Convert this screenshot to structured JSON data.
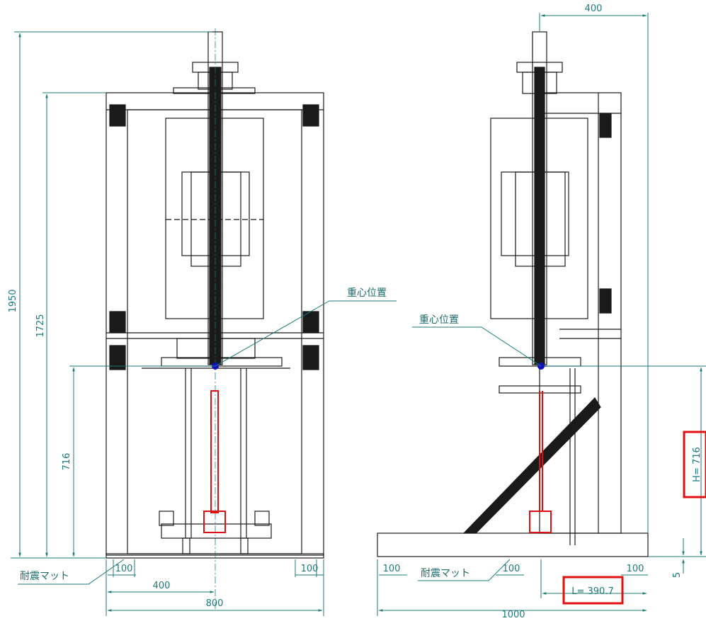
{
  "colors": {
    "line": "#1a1a1a",
    "dim": "#1e7a7a",
    "highlight": "#e01010",
    "cog": "#1010c0"
  },
  "front_view": {
    "dims": {
      "total_height": "1950",
      "frame_height": "1725",
      "cog_height": "716",
      "base_width": "800",
      "half_width": "400",
      "mat_left": "100",
      "mat_right": "100"
    },
    "labels": {
      "cog": "重心位置",
      "mat": "耐震マット"
    }
  },
  "side_view": {
    "dims": {
      "top_offset": "400",
      "base_width": "1000",
      "mat_left": "100",
      "mat_mid": "100",
      "mat_right": "100",
      "mat_thickness": "5"
    },
    "labels": {
      "cog": "重心位置",
      "mat": "耐震マット"
    },
    "highlights": {
      "h": "H= 716",
      "l": "L= 390.7"
    }
  }
}
